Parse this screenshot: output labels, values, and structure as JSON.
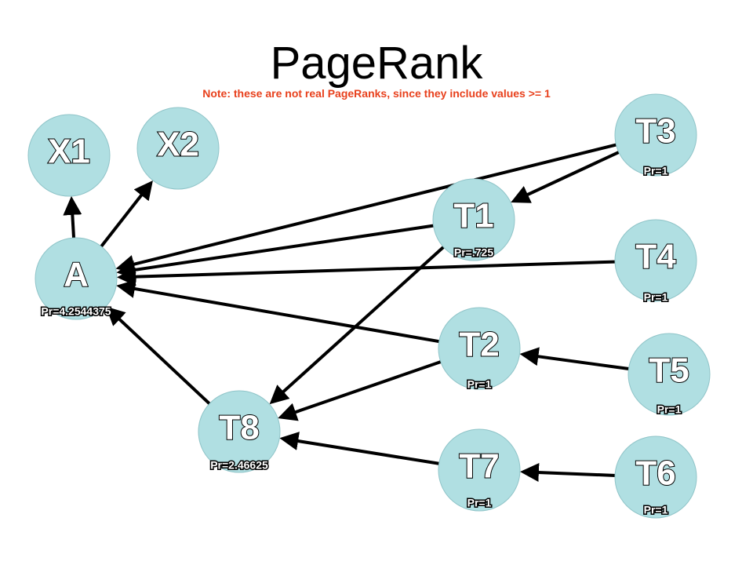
{
  "title": "PageRank",
  "note": "Note: these are not real PageRanks, since they include values >= 1",
  "colors": {
    "node_fill": "#b0dfe2",
    "edge": "#000000",
    "note": "#e8401c"
  },
  "nodes": [
    {
      "id": "X1",
      "label": "X1",
      "pr": ""
    },
    {
      "id": "X2",
      "label": "X2",
      "pr": ""
    },
    {
      "id": "A",
      "label": "A",
      "pr": "Pr=4.2544375"
    },
    {
      "id": "T1",
      "label": "T1",
      "pr": "Pr=.725"
    },
    {
      "id": "T2",
      "label": "T2",
      "pr": "Pr=1"
    },
    {
      "id": "T3",
      "label": "T3",
      "pr": "Pr=1"
    },
    {
      "id": "T4",
      "label": "T4",
      "pr": "Pr=1"
    },
    {
      "id": "T5",
      "label": "T5",
      "pr": "Pr=1"
    },
    {
      "id": "T6",
      "label": "T6",
      "pr": "Pr=1"
    },
    {
      "id": "T7",
      "label": "T7",
      "pr": "Pr=1"
    },
    {
      "id": "T8",
      "label": "T8",
      "pr": "Pr=2.46625"
    }
  ],
  "edges": [
    {
      "from": "A",
      "to": "X1"
    },
    {
      "from": "A",
      "to": "X2"
    },
    {
      "from": "T3",
      "to": "A"
    },
    {
      "from": "T3",
      "to": "T1"
    },
    {
      "from": "T1",
      "to": "A"
    },
    {
      "from": "T1",
      "to": "T8"
    },
    {
      "from": "T4",
      "to": "A"
    },
    {
      "from": "T2",
      "to": "A"
    },
    {
      "from": "T2",
      "to": "T8"
    },
    {
      "from": "T5",
      "to": "T2"
    },
    {
      "from": "T8",
      "to": "A"
    },
    {
      "from": "T7",
      "to": "T8"
    },
    {
      "from": "T6",
      "to": "T7"
    }
  ]
}
